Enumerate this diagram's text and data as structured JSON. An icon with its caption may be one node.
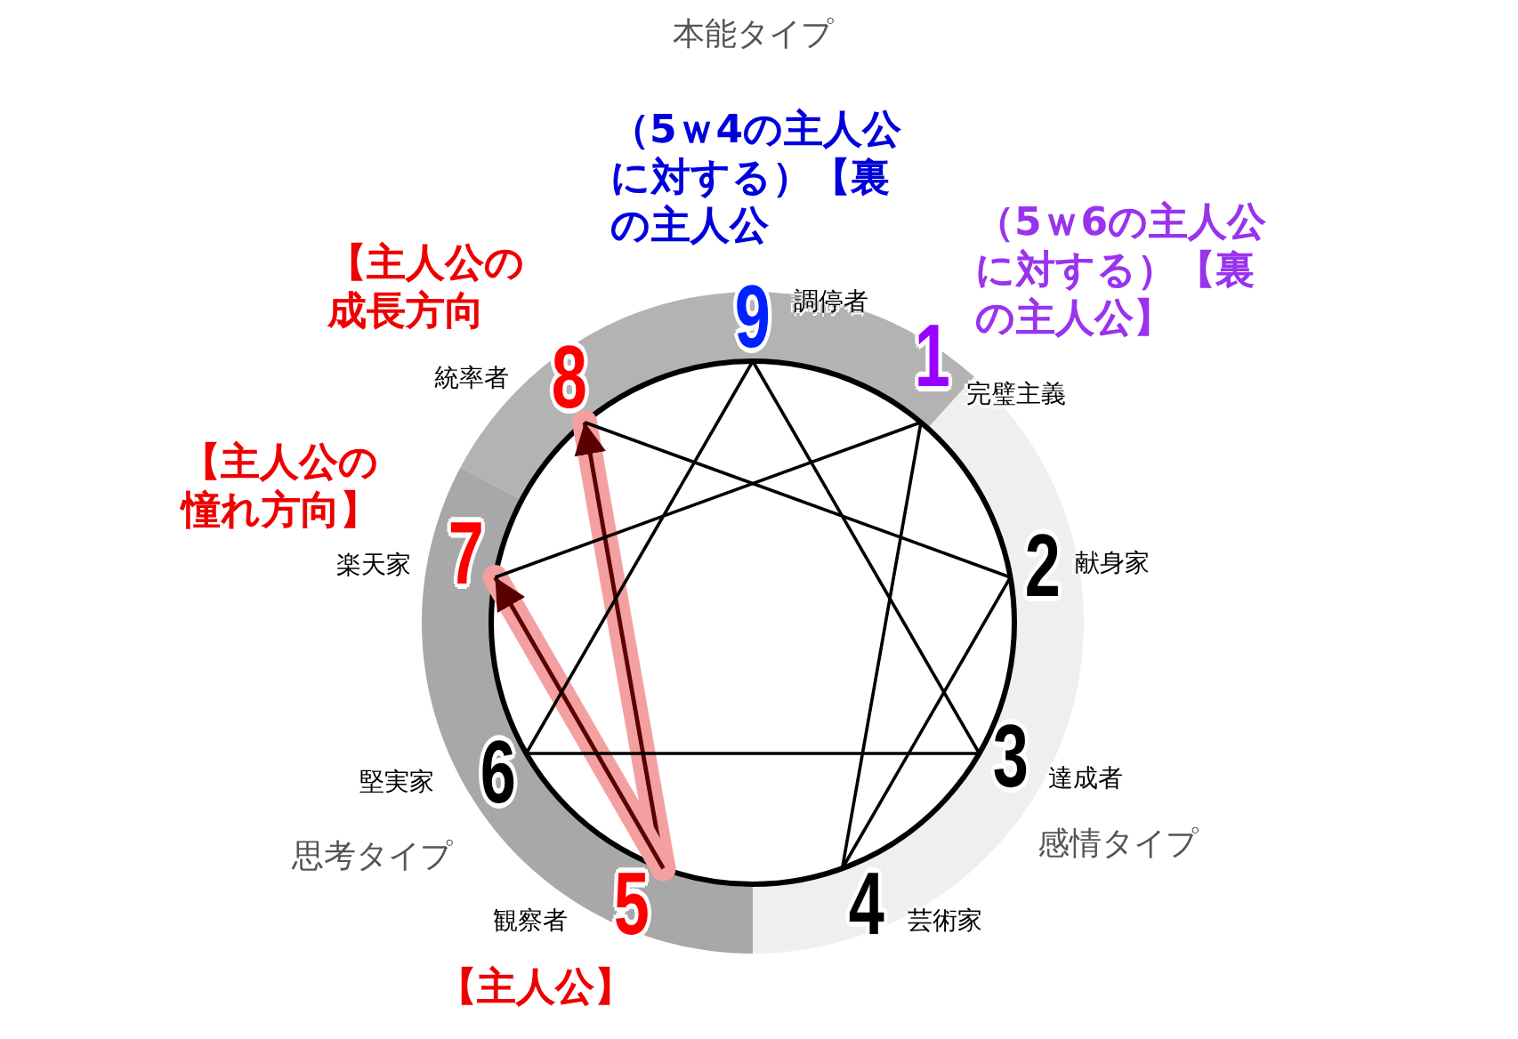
{
  "diagram": {
    "nodes": [
      {
        "text": [
          "1"
        ],
        "beside": [
          "完璧主義",
          "（5ｗ6の主人公に対する）【裏の主人公】"
        ]
      },
      {
        "text": [
          "2"
        ],
        "beside": [
          "献身家"
        ]
      },
      {
        "text": [
          "3"
        ],
        "beside": [
          "達成者"
        ]
      },
      {
        "text": [
          "4"
        ],
        "beside": [
          "芸術家"
        ]
      },
      {
        "text": [
          "5"
        ],
        "beside": [
          "観察者",
          "【主人公】"
        ]
      },
      {
        "text": [
          "6"
        ],
        "beside": [
          "堅実家"
        ]
      },
      {
        "text": [
          "7"
        ],
        "beside": [
          "楽天家",
          "【主人公の憧れ方向】"
        ]
      },
      {
        "text": [
          "8"
        ],
        "beside": [
          "統率者",
          "【主人公の成長方向"
        ]
      },
      {
        "text": [
          "9"
        ],
        "beside": [
          "調停者",
          "（5ｗ4の主人公に対する）【裏の主人公"
        ]
      }
    ],
    "edges": [
      {
        "from": 8,
        "to": 2,
        "arrow": "none"
      },
      {
        "from": 2,
        "to": 5,
        "arrow": "none"
      },
      {
        "from": 5,
        "to": 8,
        "arrow": "none"
      },
      {
        "from": 0,
        "to": 3,
        "arrow": "none"
      },
      {
        "from": 3,
        "to": 1,
        "arrow": "none"
      },
      {
        "from": 1,
        "to": 7,
        "arrow": "none"
      },
      {
        "from": 6,
        "to": 0,
        "arrow": "none"
      },
      {
        "from": 4,
        "to": 7,
        "arrow": "to",
        "style": "thick",
        "color": "#f5a0a0"
      },
      {
        "from": 4,
        "to": 6,
        "arrow": "to",
        "style": "thick",
        "color": "#f5a0a0"
      }
    ],
    "labels": [
      "本能タイプ",
      "思考タイプ",
      "感情タイプ"
    ]
  }
}
